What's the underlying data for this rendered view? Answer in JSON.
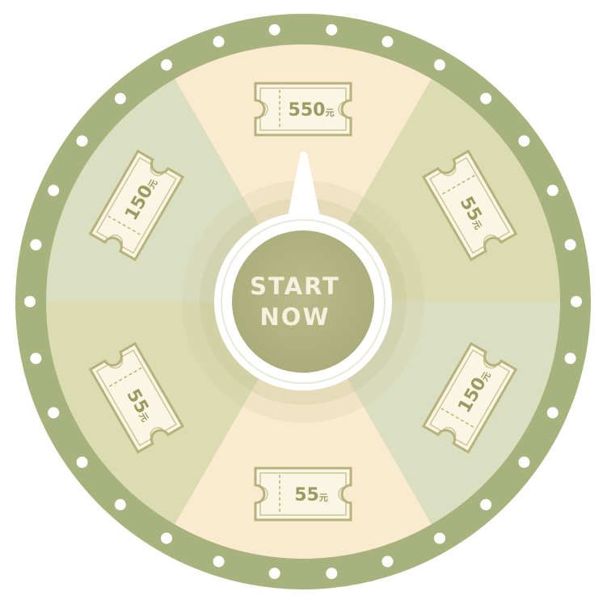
{
  "wheel": {
    "start_line1": "START",
    "start_line2": "NOW",
    "currency_unit": "元",
    "colors": {
      "rim": "#a8b27c",
      "segment_light": "#faebd0",
      "segment_olive": "#dcdcb3",
      "segment_sage": "#dbdfc2",
      "ticket_fill": "#fbf5e3",
      "ticket_stroke": "#b7b17b",
      "ticket_text": "#9b9a63",
      "hub": "#b3b584",
      "hub_ring": "#ffffff",
      "bulb": "#ffffff"
    },
    "prizes": [
      {
        "amount": "550",
        "unit": "元"
      },
      {
        "amount": "55",
        "unit": "元"
      },
      {
        "amount": "150",
        "unit": "元"
      },
      {
        "amount": "55",
        "unit": "元"
      },
      {
        "amount": "55",
        "unit": "元"
      },
      {
        "amount": "150",
        "unit": "元"
      }
    ]
  }
}
